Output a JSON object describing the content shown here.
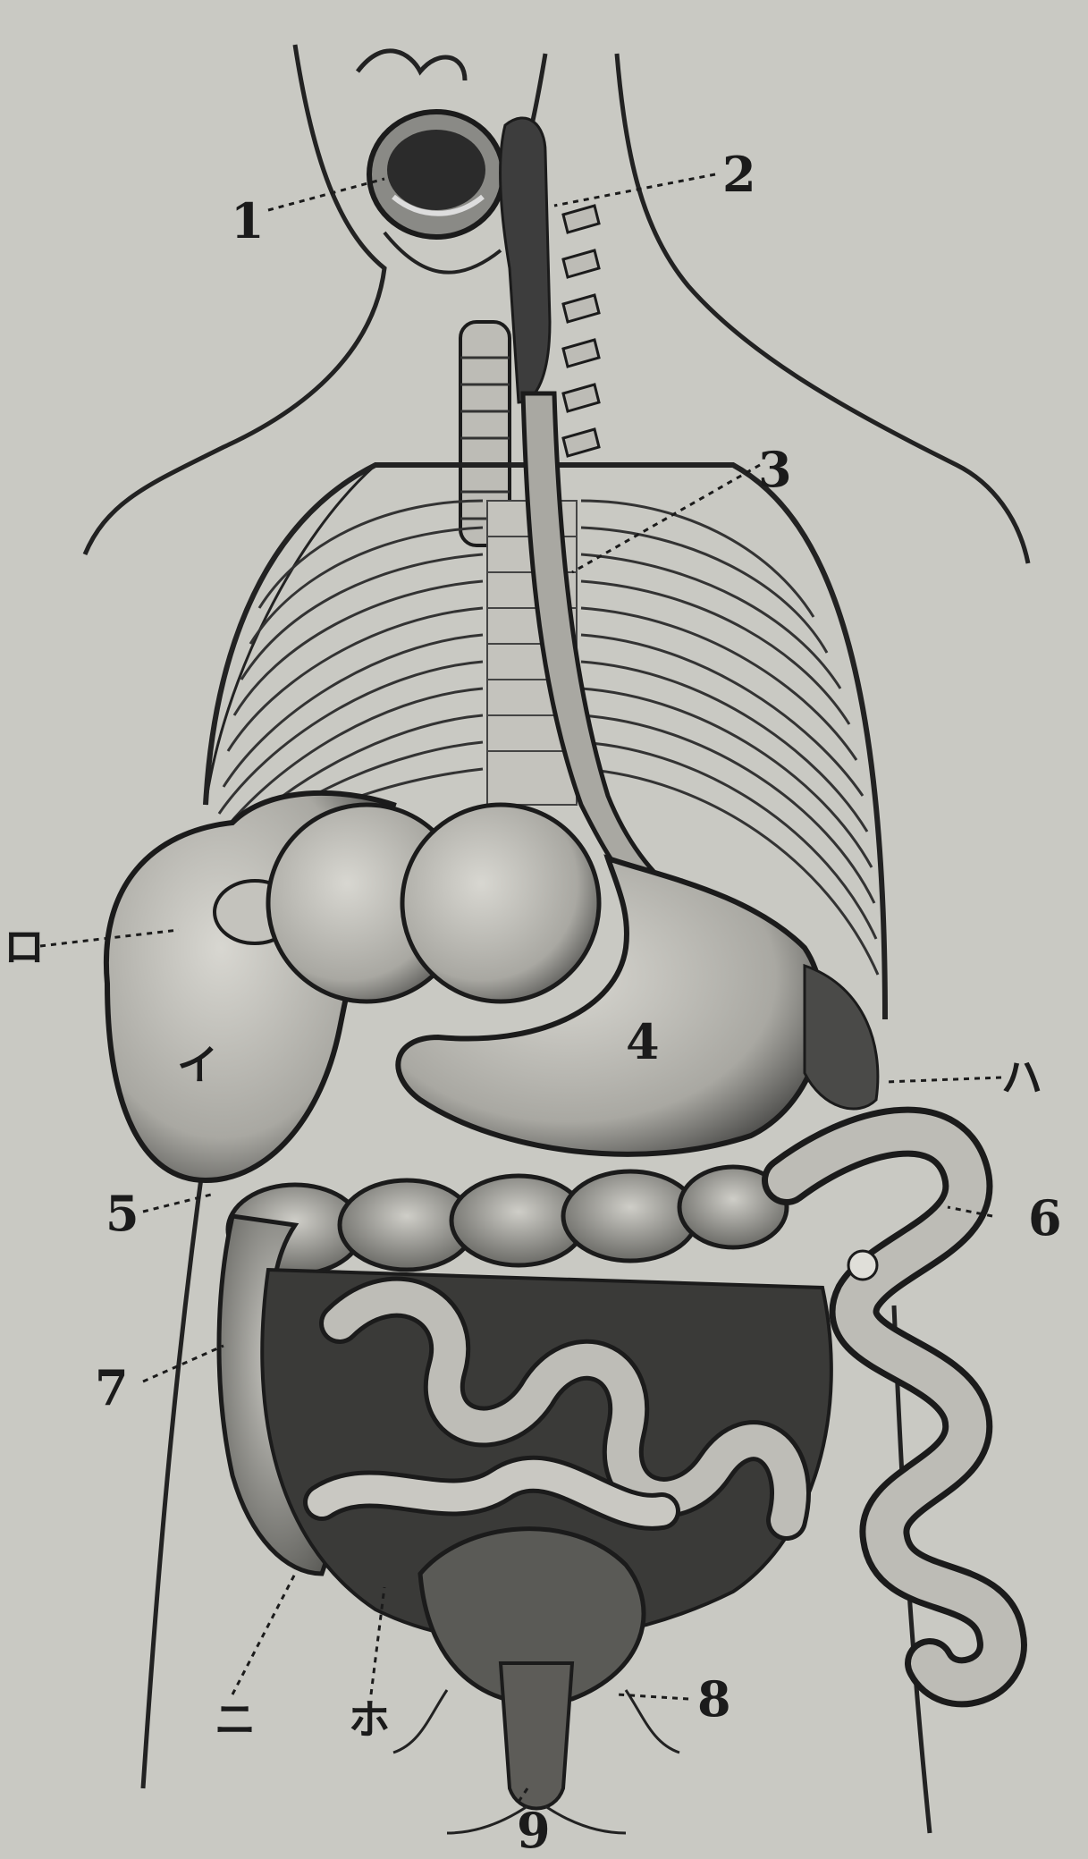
{
  "figure": {
    "colors": {
      "paper": "#c9c9c3",
      "ink": "#1b1b1b",
      "organ": "#b3b2ac",
      "dark": "#3a3a3a"
    },
    "labels": {
      "n1": "1",
      "n2": "2",
      "n3": "3",
      "n4": "4",
      "n5": "5",
      "n6": "6",
      "n7": "7",
      "n8": "8",
      "n9": "9",
      "i": "イ",
      "ro": "ロ",
      "ha": "ハ",
      "ni": "ニ",
      "ho": "ホ"
    }
  }
}
